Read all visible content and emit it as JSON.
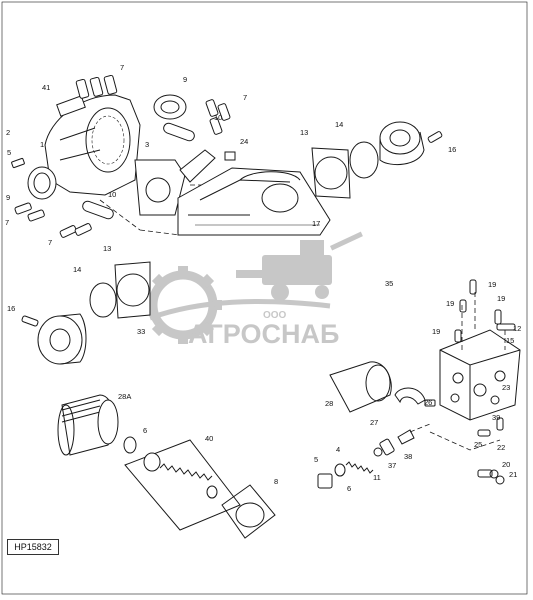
{
  "diagram": {
    "figure_code": "HP15832",
    "watermark": {
      "prefix": "ООО",
      "name": "АГРОСНАБ",
      "color": "#9a9a9a"
    },
    "callouts": [
      {
        "id": "c7a",
        "text": "7"
      },
      {
        "id": "c41",
        "text": "41"
      },
      {
        "id": "c9a",
        "text": "9"
      },
      {
        "id": "c7b",
        "text": "7"
      },
      {
        "id": "c10a",
        "text": "10"
      },
      {
        "id": "c2",
        "text": "2"
      },
      {
        "id": "c5a",
        "text": "5"
      },
      {
        "id": "c1",
        "text": "1"
      },
      {
        "id": "c3",
        "text": "3"
      },
      {
        "id": "c24",
        "text": "24"
      },
      {
        "id": "c13a",
        "text": "13"
      },
      {
        "id": "c14a",
        "text": "14"
      },
      {
        "id": "c16a",
        "text": "16"
      },
      {
        "id": "c9b",
        "text": "9"
      },
      {
        "id": "c7c",
        "text": "7"
      },
      {
        "id": "c10b",
        "text": "10"
      },
      {
        "id": "c7d",
        "text": "7"
      },
      {
        "id": "c17",
        "text": "17"
      },
      {
        "id": "c13b",
        "text": "13"
      },
      {
        "id": "c14b",
        "text": "14"
      },
      {
        "id": "c16b",
        "text": "16"
      },
      {
        "id": "c33",
        "text": "33"
      },
      {
        "id": "c35",
        "text": "35"
      },
      {
        "id": "c19a",
        "text": "19"
      },
      {
        "id": "c19b",
        "text": "19"
      },
      {
        "id": "c19c",
        "text": "19"
      },
      {
        "id": "c19d",
        "text": "19"
      },
      {
        "id": "c12",
        "text": "12"
      },
      {
        "id": "c15",
        "text": "15"
      },
      {
        "id": "c23",
        "text": "23"
      },
      {
        "id": "c28a",
        "text": "28A"
      },
      {
        "id": "c6a",
        "text": "6"
      },
      {
        "id": "c40",
        "text": "40"
      },
      {
        "id": "c28",
        "text": "28"
      },
      {
        "id": "c27",
        "text": "27"
      },
      {
        "id": "c26",
        "text": "26"
      },
      {
        "id": "c39",
        "text": "39"
      },
      {
        "id": "c25",
        "text": "25"
      },
      {
        "id": "c22",
        "text": "22"
      },
      {
        "id": "c20",
        "text": "20"
      },
      {
        "id": "c21",
        "text": "21"
      },
      {
        "id": "c4",
        "text": "4"
      },
      {
        "id": "c5b",
        "text": "5"
      },
      {
        "id": "c6b",
        "text": "6"
      },
      {
        "id": "c11",
        "text": "11"
      },
      {
        "id": "c37",
        "text": "37"
      },
      {
        "id": "c38",
        "text": "38"
      },
      {
        "id": "c8",
        "text": "8"
      }
    ]
  }
}
